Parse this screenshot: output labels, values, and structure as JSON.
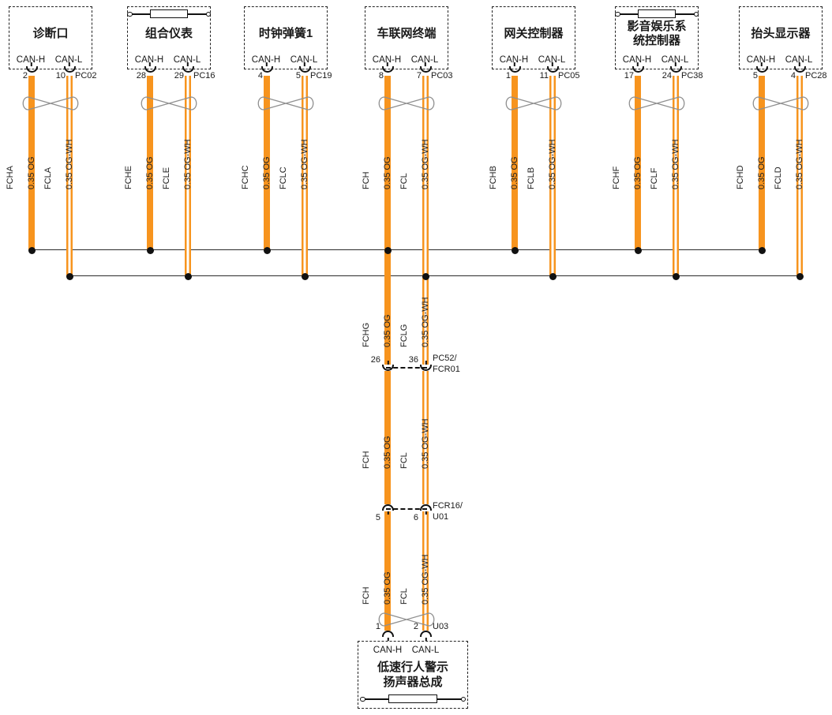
{
  "colors": {
    "wire_orange": "#F7941E",
    "stripe_white": "#FFFFFF",
    "line_black": "#1A1A1A"
  },
  "modules": [
    {
      "title": "诊断口",
      "title_line2": "",
      "has_resistor": false,
      "can_h_label": "CAN-H",
      "can_l_label": "CAN-L",
      "pin_h": "2",
      "pin_l": "10",
      "connector": "PC02",
      "wire_h": {
        "name": "FCHA",
        "spec": "0.35 OG"
      },
      "wire_l": {
        "name": "FCLA",
        "spec": "0.35 OG-WH"
      }
    },
    {
      "title": "组合仪表",
      "title_line2": "",
      "has_resistor": true,
      "can_h_label": "CAN-H",
      "can_l_label": "CAN-L",
      "pin_h": "28",
      "pin_l": "29",
      "connector": "PC16",
      "wire_h": {
        "name": "FCHE",
        "spec": "0.35 OG"
      },
      "wire_l": {
        "name": "FCLE",
        "spec": "0.35 OG-WH"
      }
    },
    {
      "title": "时钟弹簧1",
      "title_line2": "",
      "has_resistor": false,
      "can_h_label": "CAN-H",
      "can_l_label": "CAN-L",
      "pin_h": "4",
      "pin_l": "5",
      "connector": "PC19",
      "wire_h": {
        "name": "FCHC",
        "spec": "0.35 OG"
      },
      "wire_l": {
        "name": "FCLC",
        "spec": "0.35 OG-WH"
      }
    },
    {
      "title": "车联网终端",
      "title_line2": "",
      "has_resistor": false,
      "can_h_label": "CAN-H",
      "can_l_label": "CAN-L",
      "pin_h": "8",
      "pin_l": "7",
      "connector": "PC03",
      "wire_h": {
        "name": "FCH",
        "spec": "0.35 OG"
      },
      "wire_l": {
        "name": "FCL",
        "spec": "0.35 OG-WH"
      }
    },
    {
      "title": "网关控制器",
      "title_line2": "",
      "has_resistor": false,
      "can_h_label": "CAN-H",
      "can_l_label": "CAN-L",
      "pin_h": "1",
      "pin_l": "11",
      "connector": "PC05",
      "wire_h": {
        "name": "FCHB",
        "spec": "0.35 OG"
      },
      "wire_l": {
        "name": "FCLB",
        "spec": "0.35 OG-WH"
      }
    },
    {
      "title": "影音娱乐系",
      "title_line2": "统控制器",
      "has_resistor": true,
      "can_h_label": "CAN-H",
      "can_l_label": "CAN-L",
      "pin_h": "17",
      "pin_l": "24",
      "connector": "PC38",
      "wire_h": {
        "name": "FCHF",
        "spec": "0.35 OG"
      },
      "wire_l": {
        "name": "FCLF",
        "spec": "0.35 OG-WH"
      }
    },
    {
      "title": "抬头显示器",
      "title_line2": "",
      "has_resistor": false,
      "can_h_label": "CAN-H",
      "can_l_label": "CAN-L",
      "pin_h": "5",
      "pin_l": "4",
      "connector": "PC28",
      "wire_h": {
        "name": "FCHD",
        "spec": "0.35 OG"
      },
      "wire_l": {
        "name": "FCLD",
        "spec": "0.35 OG-WH"
      }
    }
  ],
  "trunk": {
    "seg1": {
      "wire_h": {
        "name": "FCHG",
        "spec": "0.35 OG"
      },
      "wire_l": {
        "name": "FCLG",
        "spec": "0.35 OG-WH"
      },
      "pin_h": "26",
      "pin_l": "36",
      "connector_line1": "PC52/",
      "connector_line2": "FCR01"
    },
    "seg2": {
      "wire_h": {
        "name": "FCH",
        "spec": "0.35 OG"
      },
      "wire_l": {
        "name": "FCL",
        "spec": "0.35 OG-WH"
      },
      "pin_h": "5",
      "pin_l": "6",
      "connector_line1": "FCR16/",
      "connector_line2": "U01"
    },
    "seg3": {
      "wire_h": {
        "name": "FCH",
        "spec": "0.35 OG"
      },
      "wire_l": {
        "name": "FCL",
        "spec": "0.35 OG-WH"
      },
      "pin_h": "1",
      "pin_l": "2",
      "connector": "U03"
    }
  },
  "bottom_module": {
    "title_line1": "低速行人警示",
    "title_line2": "扬声器总成",
    "can_h_label": "CAN-H",
    "can_l_label": "CAN-L",
    "has_resistor": true
  }
}
